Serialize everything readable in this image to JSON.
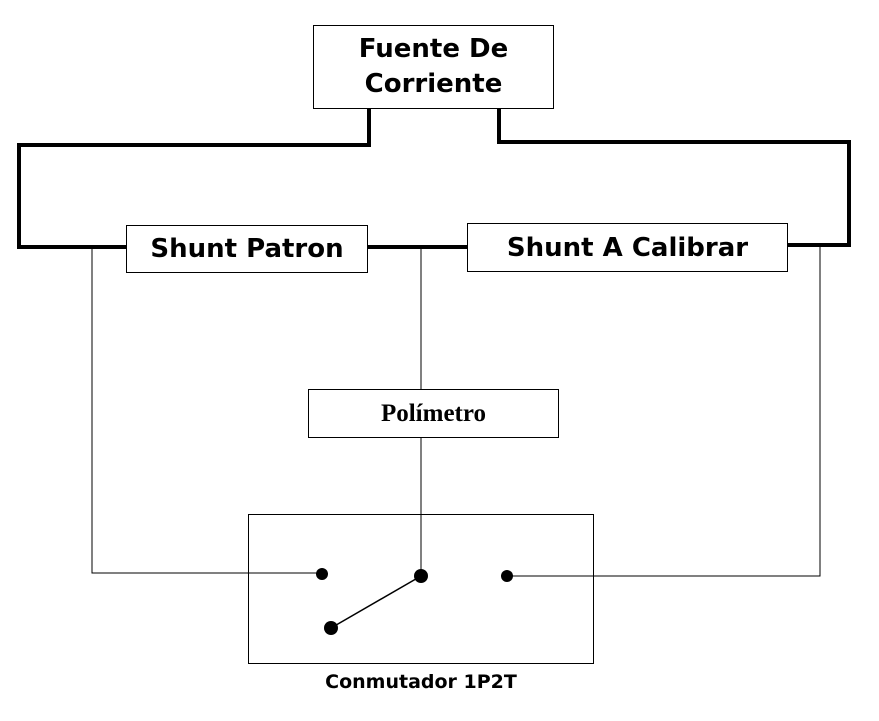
{
  "source": {
    "line1": "Fuente De",
    "line2": "Corriente"
  },
  "shunt_patron": {
    "label": "Shunt Patron"
  },
  "shunt_calibrar": {
    "label": "Shunt A Calibrar"
  },
  "polimetro": {
    "label": "Polímetro"
  },
  "switch": {
    "label": "Conmutador 1P2T"
  },
  "colors": {
    "wire": "#000000",
    "background": "#ffffff"
  }
}
